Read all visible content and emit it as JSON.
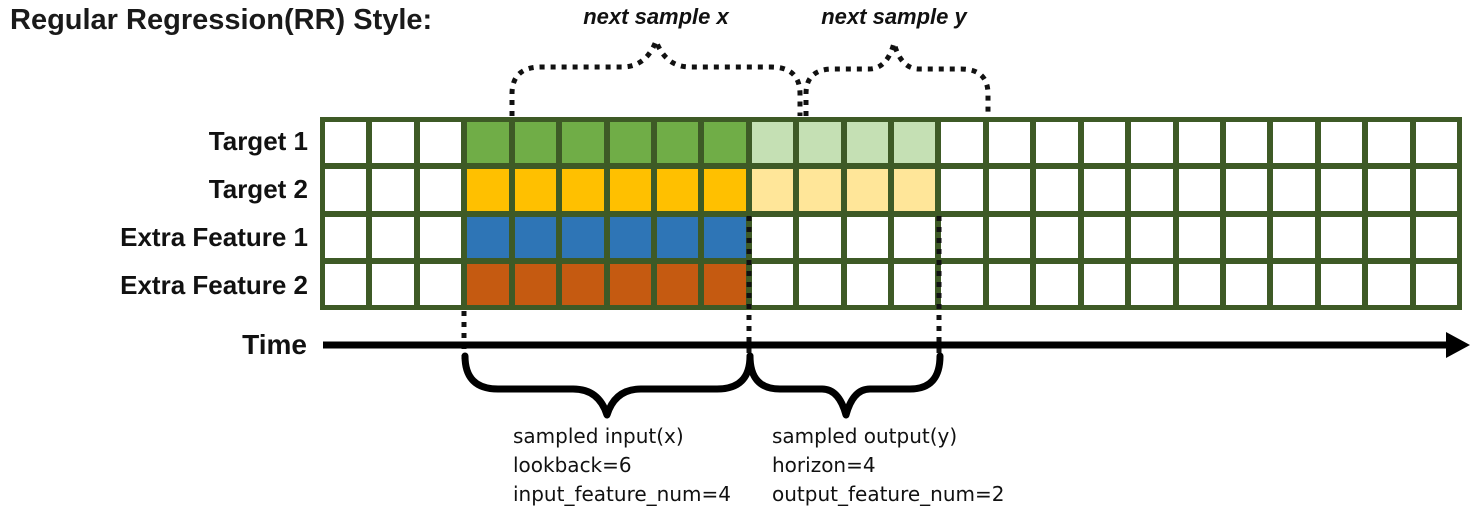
{
  "title": "Regular Regression(RR) Style:",
  "top_annotations": {
    "next_sample_x": "next sample x",
    "next_sample_y": "next sample y"
  },
  "rows": [
    {
      "label": "Target 1",
      "input_color": "#70AD47",
      "output_color": "#C5E0B4"
    },
    {
      "label": "Target 2",
      "input_color": "#FFC000",
      "output_color": "#FFE699"
    },
    {
      "label": "Extra Feature 1",
      "input_color": "#2E75B6",
      "output_color": null
    },
    {
      "label": "Extra Feature 2",
      "input_color": "#C55A11",
      "output_color": null
    }
  ],
  "grid": {
    "total_cols": 24,
    "lead_blank_cols": 3,
    "input_cols": 6,
    "output_cols": 4,
    "border_color": "#3E5A26",
    "blank_cell_color": "#FFFFFF"
  },
  "time_axis": {
    "label": "Time"
  },
  "input_annotation": {
    "lines": [
      "sampled input(x)",
      "lookback=6",
      "input_feature_num=4"
    ]
  },
  "output_annotation": {
    "lines": [
      "sampled output(y)",
      "horizon=4",
      "output_feature_num=2"
    ]
  }
}
